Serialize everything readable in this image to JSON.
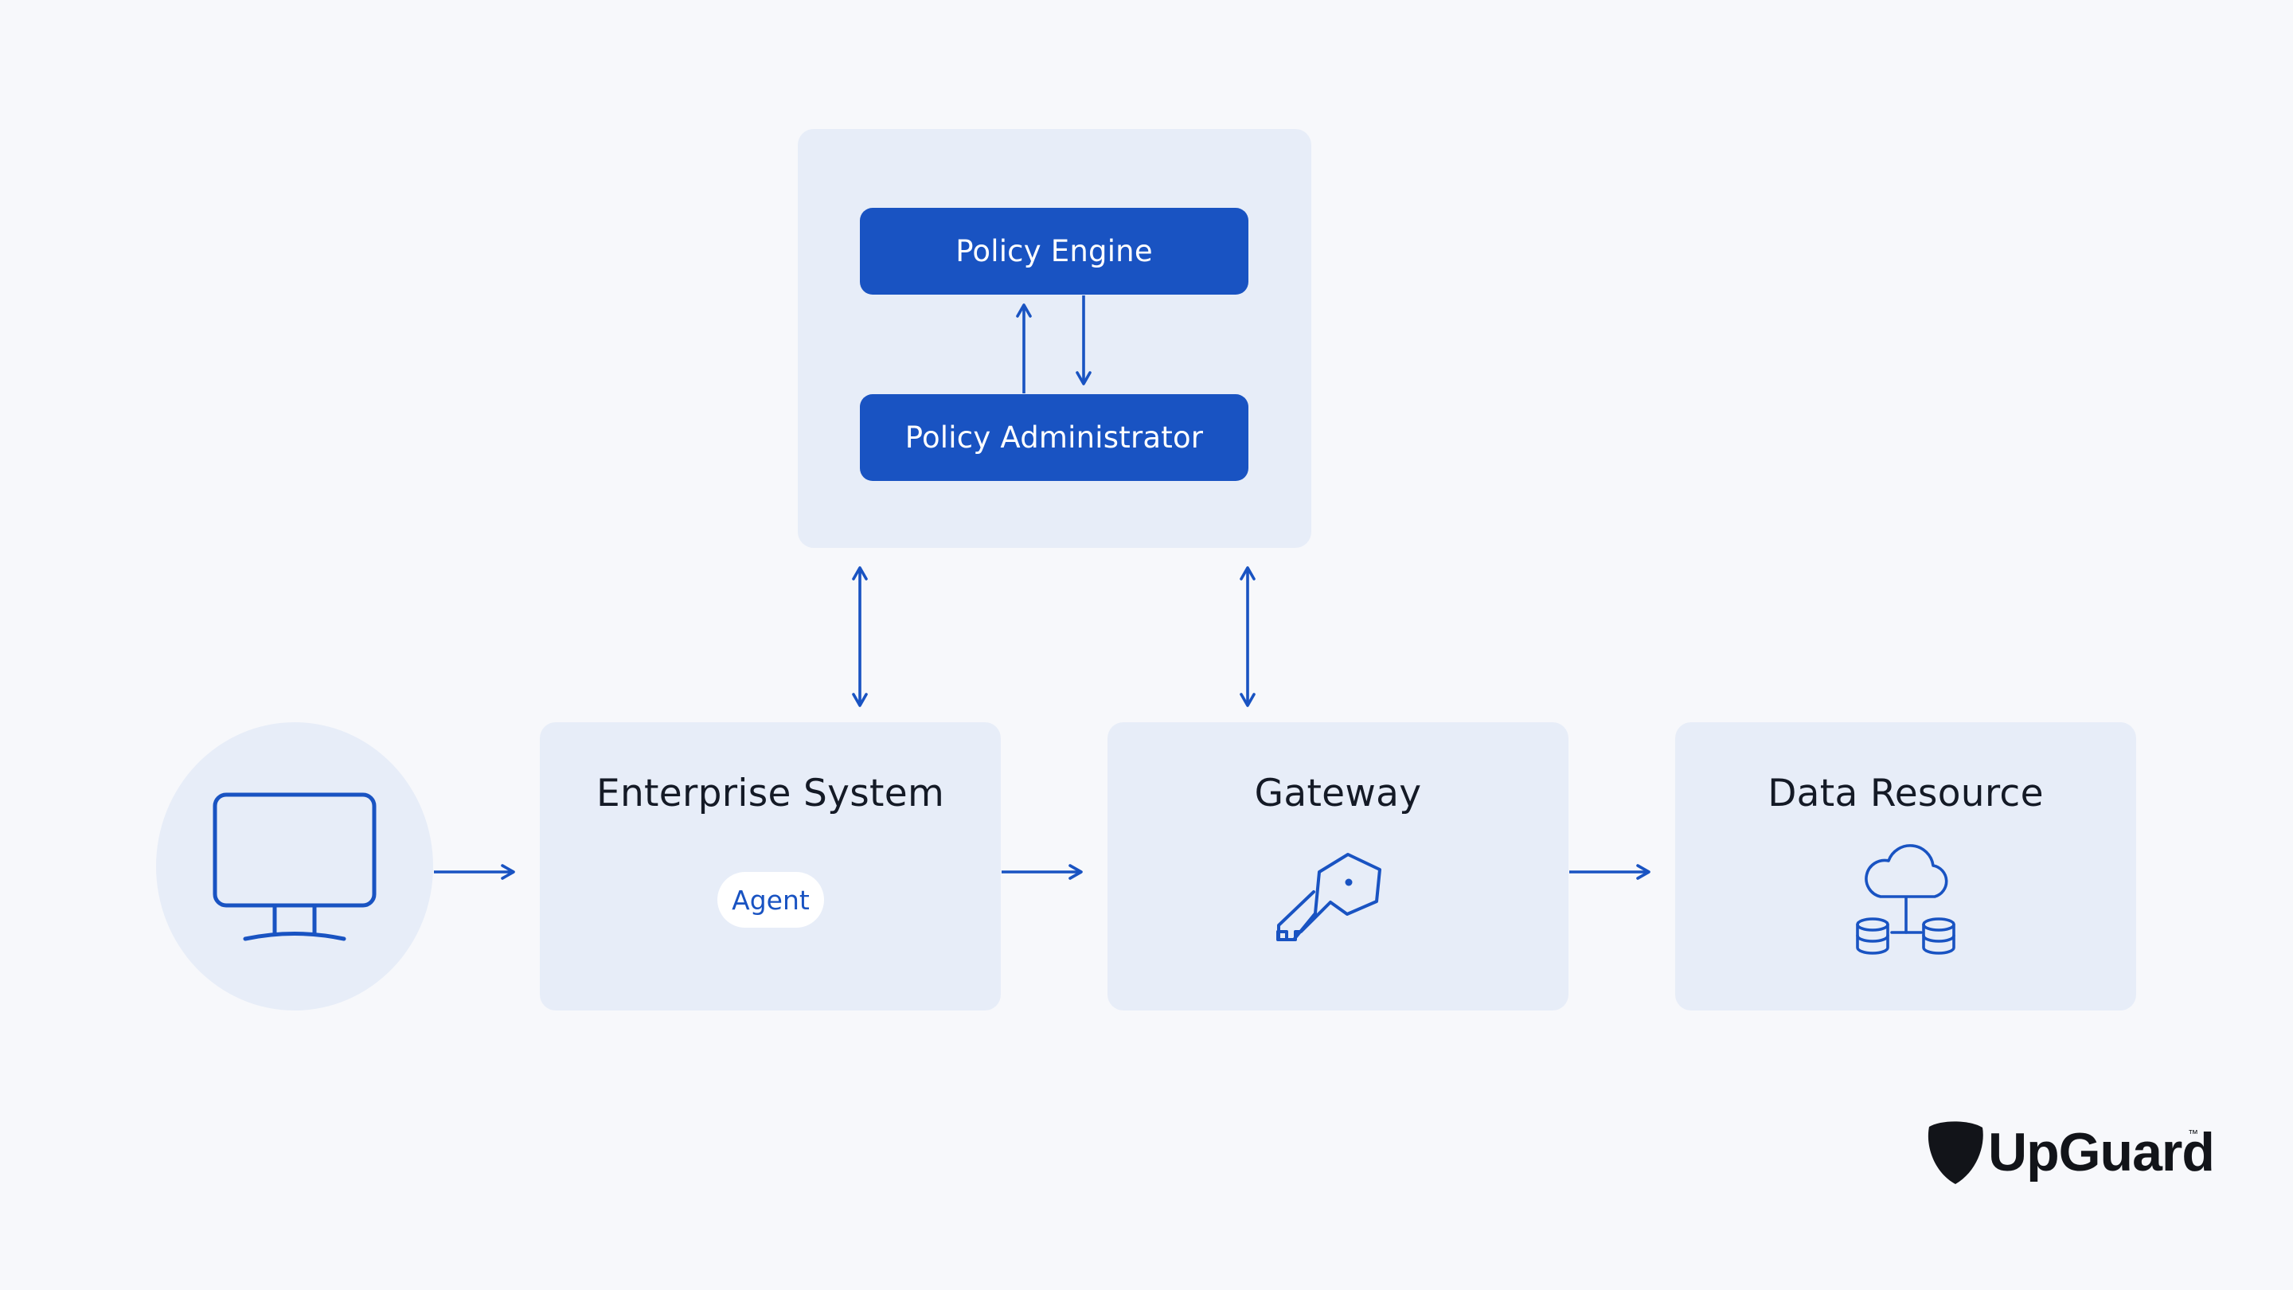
{
  "diagram": {
    "control_plane": {
      "policy_engine": "Policy Engine",
      "policy_administrator": "Policy Administrator"
    },
    "nodes": {
      "client": {
        "icon": "monitor-icon"
      },
      "enterprise_system": {
        "title": "Enterprise System",
        "badge": "Agent"
      },
      "gateway": {
        "title": "Gateway",
        "icon": "key-icon"
      },
      "data_resource": {
        "title": "Data Resource",
        "icon": "cloud-database-icon"
      }
    },
    "arrows": [
      {
        "from": "client",
        "to": "enterprise_system",
        "direction": "one-way"
      },
      {
        "from": "enterprise_system",
        "to": "gateway",
        "direction": "one-way"
      },
      {
        "from": "gateway",
        "to": "data_resource",
        "direction": "one-way"
      },
      {
        "from": "policy_administrator",
        "to": "policy_engine",
        "direction": "one-way"
      },
      {
        "from": "policy_engine",
        "to": "policy_administrator",
        "direction": "one-way"
      },
      {
        "from": "control_plane",
        "to": "enterprise_system",
        "direction": "two-way"
      },
      {
        "from": "control_plane",
        "to": "gateway",
        "direction": "two-way"
      }
    ]
  },
  "brand": {
    "name": "UpGuard",
    "trademark": "™",
    "logo_icon": "upguard-pick-icon"
  },
  "colors": {
    "accent": "#1953c2",
    "panel": "#e7edf8",
    "background": "#f7f8fb",
    "text": "#141a26"
  }
}
